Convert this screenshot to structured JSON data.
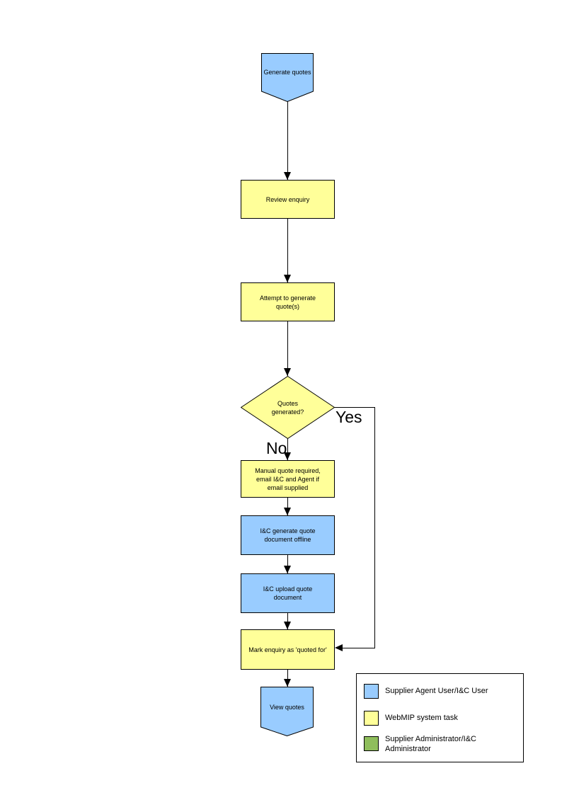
{
  "diagram": {
    "nodes": {
      "start": {
        "label": "Generate quotes"
      },
      "review": {
        "label": "Review enquiry"
      },
      "attempt": {
        "label": "Attempt to generate quote(s)"
      },
      "decision": {
        "label": "Quotes generated?",
        "yes": "Yes",
        "no": "No"
      },
      "manual": {
        "label": "Manual quote required, email I&C and Agent if email supplied"
      },
      "offline": {
        "label": "I&C generate quote document offline"
      },
      "upload": {
        "label": "I&C upload quote document"
      },
      "mark": {
        "label": "Mark enquiry as 'quoted for'"
      },
      "end": {
        "label": "View quotes"
      }
    },
    "colors": {
      "user_task": "#99CCFF",
      "system_task": "#FFFF99",
      "admin_task": "#8FBE5C",
      "connector": "#000000"
    },
    "legend": {
      "items": [
        {
          "label": "Supplier Agent User/I&C User",
          "color": "#99CCFF"
        },
        {
          "label": "WebMIP system task",
          "color": "#FFFF99"
        },
        {
          "label": "Supplier Administrator/I&C Administrator",
          "color": "#8FBE5C"
        }
      ]
    }
  }
}
